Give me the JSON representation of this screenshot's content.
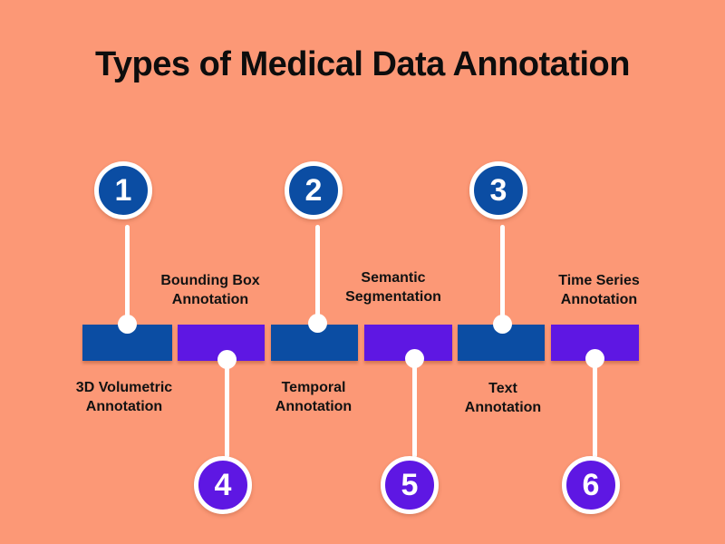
{
  "title": "Types of Medical Data Annotation",
  "colors": {
    "background": "#FC9876",
    "blue": "#0B4DA3",
    "purple": "#5E17E3",
    "connector": "#FFFFFF",
    "text": "#121212",
    "number": "#FFFFFF"
  },
  "steps": [
    {
      "number": "1",
      "circle_side": "top",
      "color": "blue",
      "label": "3D Volumetric Annotation",
      "label_lines": [
        "3D Volumetric",
        "Annotation"
      ],
      "label_side": "bottom"
    },
    {
      "number": "4",
      "circle_side": "bottom",
      "color": "purple",
      "label": "Bounding Box Annotation",
      "label_lines": [
        "Bounding Box",
        "Annotation"
      ],
      "label_side": "top"
    },
    {
      "number": "2",
      "circle_side": "top",
      "color": "blue",
      "label": "Temporal Annotation",
      "label_lines": [
        "Temporal",
        "Annotation"
      ],
      "label_side": "bottom"
    },
    {
      "number": "5",
      "circle_side": "bottom",
      "color": "purple",
      "label": "Semantic Segmentation",
      "label_lines": [
        "Semantic",
        "Segmentation"
      ],
      "label_side": "top"
    },
    {
      "number": "3",
      "circle_side": "top",
      "color": "blue",
      "label": "Text Annotation",
      "label_lines": [
        "Text",
        "Annotation"
      ],
      "label_side": "bottom"
    },
    {
      "number": "6",
      "circle_side": "bottom",
      "color": "purple",
      "label": "Time Series Annotation",
      "label_lines": [
        "Time Series",
        "Annotation"
      ],
      "label_side": "top"
    }
  ]
}
